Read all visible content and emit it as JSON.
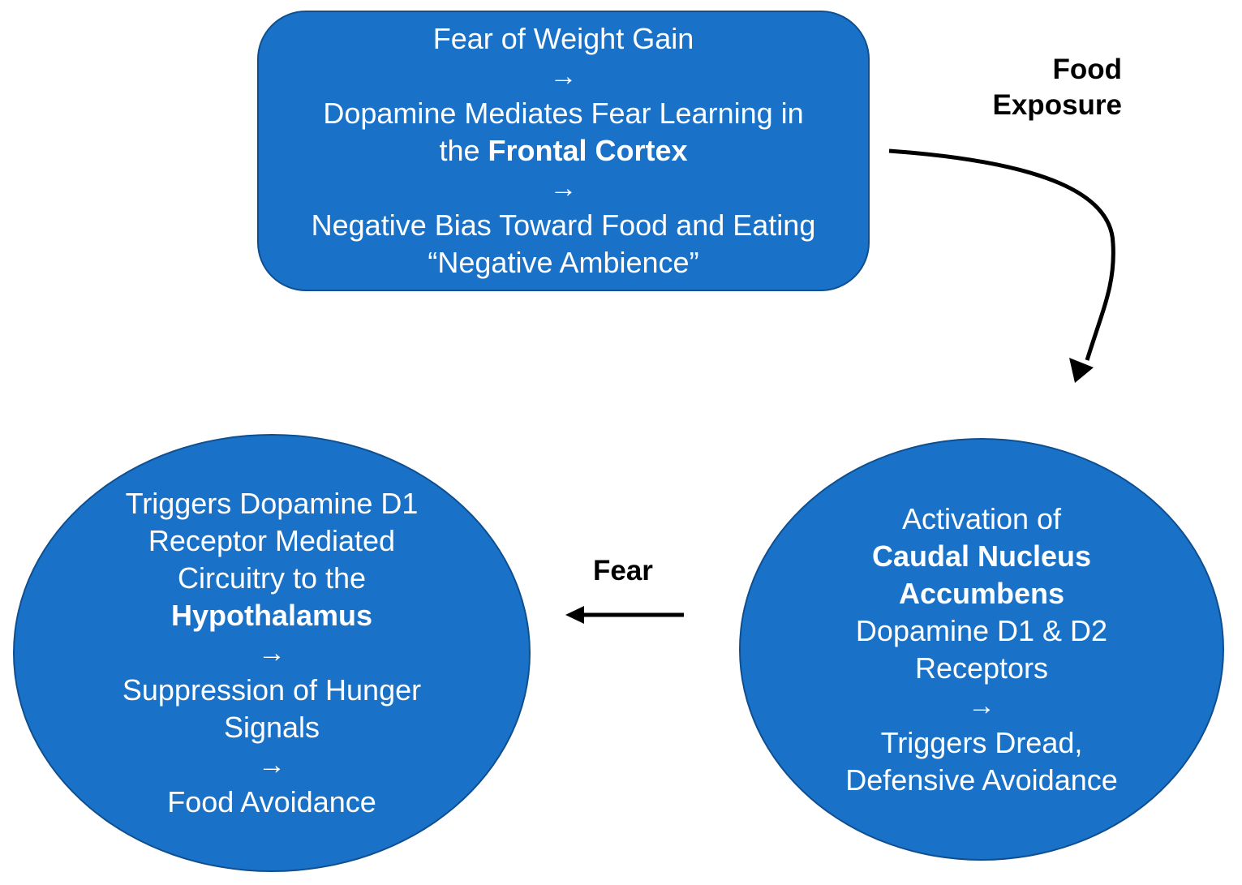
{
  "top_box": {
    "line1": "Fear of Weight Gain",
    "arrow1": "→",
    "line2": "Dopamine Mediates Fear Learning in",
    "line3_prefix": "the ",
    "line3_bold": "Frontal Cortex",
    "arrow2": "→",
    "line4": "Negative Bias Toward Food and Eating",
    "line5": "“Negative Ambience”"
  },
  "right_ellipse": {
    "line1": "Activation of",
    "line2_bold": "Caudal Nucleus",
    "line3_bold": "Accumbens",
    "line4": "Dopamine D1 & D2",
    "line5": "Receptors",
    "arrow1": "→",
    "line6": "Triggers Dread,",
    "line7": "Defensive Avoidance"
  },
  "left_ellipse": {
    "line1": "Triggers Dopamine D1",
    "line2": "Receptor Mediated",
    "line3": "Circuitry to the",
    "line4_bold": "Hypothalamus",
    "arrow1": "→",
    "line5": "Suppression of Hunger",
    "line6": "Signals",
    "arrow2": "→",
    "line7": "Food Avoidance"
  },
  "edges": {
    "food_exposure_line1": "Food",
    "food_exposure_line2": "Exposure",
    "fear": "Fear"
  },
  "colors": {
    "node_fill": "#1a72c8",
    "node_border": "#0f4f8f",
    "node_text": "#ffffff",
    "edge": "#000000"
  }
}
